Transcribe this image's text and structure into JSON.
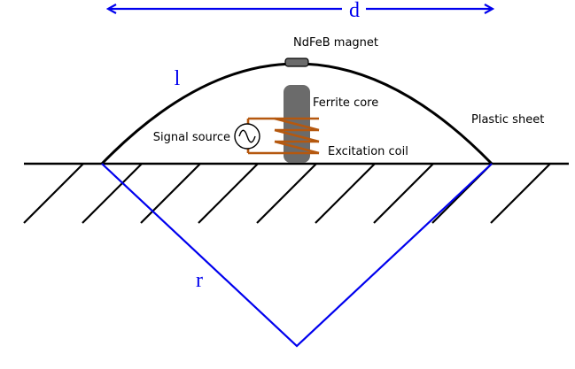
{
  "labels": {
    "magnet": "NdFeB magnet",
    "core": "Ferrite core",
    "plastic": "Plastic sheet",
    "source": "Signal source",
    "coil": "Excitation coil"
  },
  "symbols": {
    "d": "d",
    "l": "l",
    "r": "r"
  },
  "colors": {
    "outline": "#000000",
    "geometry": "#0000ee",
    "coil": "#b5580f",
    "core": "#6b6b6b"
  },
  "icons": {
    "source": "ac-sine-source-icon",
    "arrows": "double-headed-arrow-icon"
  }
}
